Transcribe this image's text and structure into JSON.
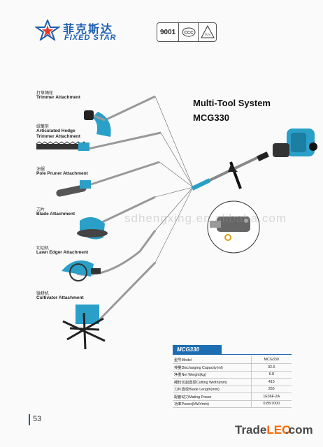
{
  "brand": {
    "name_cn": "菲克斯达",
    "name_en": "FIXED STAR",
    "cert_iso": "9001",
    "cert_tuv": "TÜV"
  },
  "product": {
    "title": "Multi-Tool System",
    "model": "MCG330"
  },
  "attachments": [
    {
      "cn": "打草绳轮",
      "en": "Trimmer Attachment"
    },
    {
      "cn": "绿篱剪",
      "en": "Articulated Hedge Trimmer Attachment"
    },
    {
      "cn": "油锯",
      "en": "Pole Pruner Attachment"
    },
    {
      "cn": "刀片",
      "en": "Blade Attachment"
    },
    {
      "cn": "切边机",
      "en": "Lawn Edger Attachment"
    },
    {
      "cn": "微耕机",
      "en": "Cultivator Attachment"
    }
  ],
  "specs": {
    "header": "MCG330",
    "rows": [
      {
        "label": "型号Model",
        "value": "MCG330"
      },
      {
        "label": "排量Discharging Capacity(ml)",
        "value": "32.6"
      },
      {
        "label": "净重Net Weight(kg)",
        "value": "6.8"
      },
      {
        "label": "绳轮切割直径Cutting Width(mm)",
        "value": "415"
      },
      {
        "label": "刀片直径Blade Length(mm)",
        "value": "255"
      },
      {
        "label": "配套动力Mating Power",
        "value": "1E36F-2A"
      },
      {
        "label": "功率Power(kW/r/min)",
        "value": "0.85/7000"
      }
    ]
  },
  "footer": {
    "page_number": "53",
    "watermark_site": "sdhengxing.en.alibaba.com",
    "watermark_brand_1": "Trade",
    "watermark_brand_2": "LEO",
    "watermark_brand_3": ".com"
  },
  "colors": {
    "brand_blue": "#1d5fb0",
    "attachment_teal": "#2aa0c8",
    "table_blue": "#1d6db3"
  }
}
